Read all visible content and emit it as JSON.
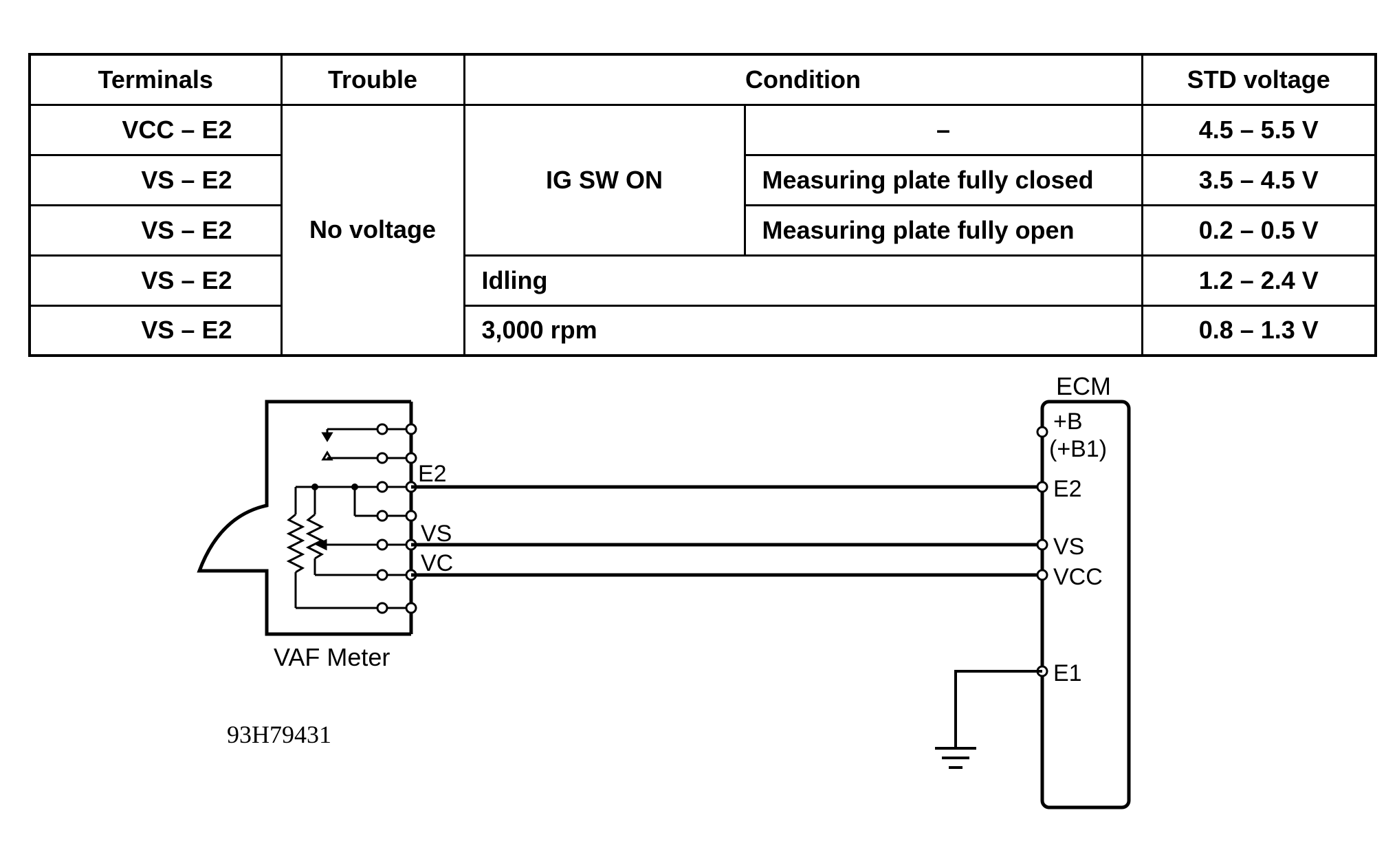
{
  "table": {
    "headers": {
      "terminals": "Terminals",
      "trouble": "Trouble",
      "condition": "Condition",
      "std_voltage": "STD voltage"
    },
    "trouble_value": "No voltage",
    "ig_sw_on": "IG SW ON",
    "rows": [
      {
        "terminals": "VCC – E2",
        "condition": "–",
        "voltage": "4.5 – 5.5 V"
      },
      {
        "terminals": "VS – E2",
        "condition": "Measuring plate fully closed",
        "voltage": "3.5 – 4.5 V"
      },
      {
        "terminals": "VS – E2",
        "condition": "Measuring plate fully open",
        "voltage": "0.2 – 0.5 V"
      },
      {
        "terminals": "VS – E2",
        "condition": "Idling",
        "voltage": "1.2 – 2.4 V"
      },
      {
        "terminals": "VS – E2",
        "condition": "3,000 rpm",
        "voltage": "0.8 – 1.3 V"
      }
    ]
  },
  "diagram": {
    "vaf_meter_label": "VAF Meter",
    "vaf_terminals": {
      "e2": "E2",
      "vs": "VS",
      "vc": "VC"
    },
    "ecm_label": "ECM",
    "ecm_terminals": {
      "plus_b": "+B",
      "plus_b1": "(+B1)",
      "e2": "E2",
      "vs": "VS",
      "vcc": "VCC",
      "e1": "E1"
    },
    "figure_code": "93H79431"
  }
}
